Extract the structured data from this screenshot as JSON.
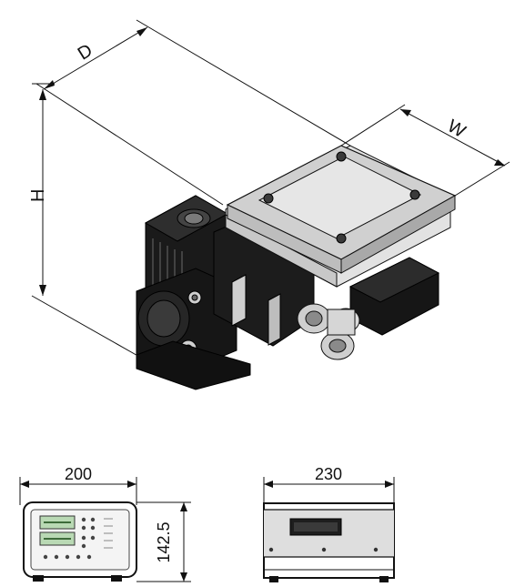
{
  "dimensions": {
    "depth_label": "D",
    "width_label": "W",
    "height_label": "H",
    "front_width": "200",
    "front_height": "142.5",
    "side_width": "230"
  },
  "colors": {
    "line": "#111111",
    "metal_light": "#d9d9d9",
    "metal_mid": "#bdbdbd",
    "dark_body": "#1a1a1a",
    "display_green": "#b9d9b4",
    "display_dark": "#1e1e1e"
  }
}
